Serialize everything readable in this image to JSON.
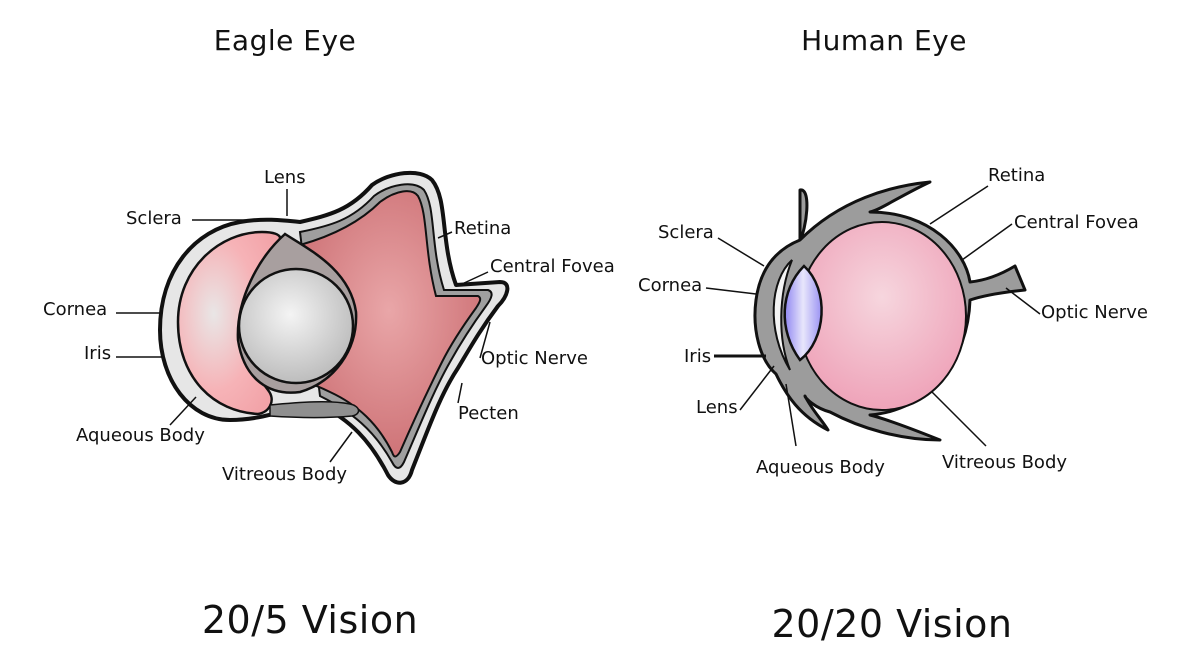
{
  "eagle": {
    "title": "Eagle Eye",
    "vision": "20/5 Vision",
    "labels": {
      "lens": "Lens",
      "sclera": "Sclera",
      "retina": "Retina",
      "central_fovea": "Central Fovea",
      "cornea": "Cornea",
      "iris": "Iris",
      "optic_nerve": "Optic Nerve",
      "pecten": "Pecten",
      "aqueous_body": "Aqueous Body",
      "vitreous_body": "Vitreous Body"
    }
  },
  "human": {
    "title": "Human Eye",
    "vision": "20/20 Vision",
    "labels": {
      "retina": "Retina",
      "sclera": "Sclera",
      "central_fovea": "Central Fovea",
      "cornea": "Cornea",
      "optic_nerve": "Optic Nerve",
      "iris": "Iris",
      "lens": "Lens",
      "aqueous_body": "Aqueous Body",
      "vitreous_body": "Vitreous Body"
    }
  },
  "colors": {
    "outline": "#111111",
    "sclera_gray": "#a9a9a9",
    "lens_gray": "#d6d6d6",
    "eagle_vitreous": "#d27a7d",
    "eagle_aqueous": "#f3aeb3",
    "human_vitreous": "#f0a8bd",
    "human_lens": "#a7a0f5"
  }
}
